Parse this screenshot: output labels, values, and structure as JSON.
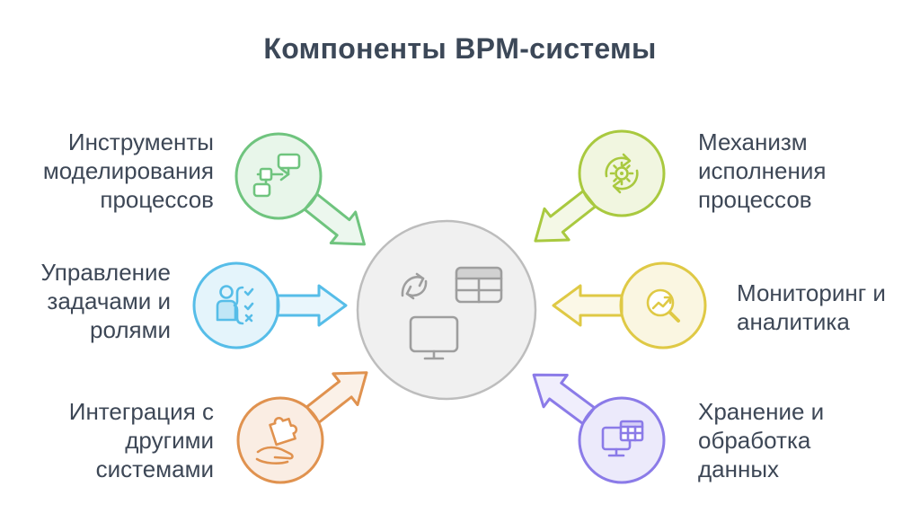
{
  "title": "Компоненты BPM-системы",
  "colors": {
    "title_text": "#3C4858",
    "label_text": "#3D4756"
  },
  "center": {
    "fill": "#F0F0F0",
    "ring": "#BDBDBD",
    "icon_color": "#9E9E9E",
    "icons": [
      "swap-arrows-icon",
      "table-icon",
      "monitor-icon"
    ]
  },
  "nodes": [
    {
      "id": "modeling",
      "color": "#6FC47E",
      "icon": "flowchart-icon",
      "lines": [
        "Инструменты",
        "моделирования",
        "процессов"
      ]
    },
    {
      "id": "tasks",
      "color": "#56BDE8",
      "icon": "person-tasks-icon",
      "lines": [
        "Управление",
        "задачами и",
        "ролями"
      ]
    },
    {
      "id": "integration",
      "color": "#E0924F",
      "icon": "puzzle-hand-icon",
      "lines": [
        "Интеграция с",
        "другими",
        "системами"
      ]
    },
    {
      "id": "execution",
      "color": "#A9C93F",
      "icon": "gear-cycle-icon",
      "lines": [
        "Механизм",
        "исполнения",
        "процессов"
      ]
    },
    {
      "id": "monitoring",
      "color": "#DFC945",
      "icon": "magnifier-trend-icon",
      "lines": [
        "Мониторинг и",
        "аналитика"
      ]
    },
    {
      "id": "storage",
      "color": "#8B7BE8",
      "icon": "monitor-grid-icon",
      "lines": [
        "Хранение и",
        "обработка",
        "данных"
      ]
    }
  ]
}
